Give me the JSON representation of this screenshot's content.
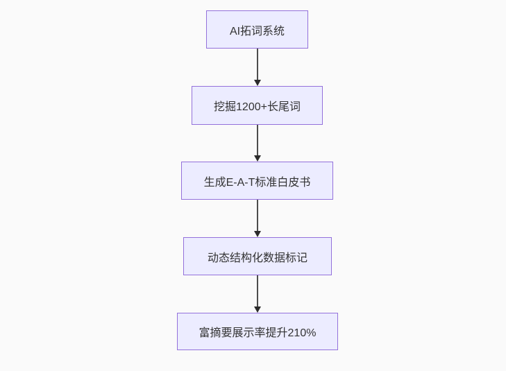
{
  "diagram": {
    "type": "flowchart",
    "direction": "top-down",
    "nodes": [
      {
        "id": "n1",
        "label": "AI拓词系统"
      },
      {
        "id": "n2",
        "label": "挖掘1200+长尾词"
      },
      {
        "id": "n3",
        "label": "生成E-A-T标准白皮书"
      },
      {
        "id": "n4",
        "label": "动态结构化数据标记"
      },
      {
        "id": "n5",
        "label": "富摘要展示率提升210%"
      }
    ],
    "edges": [
      {
        "from": "n1",
        "to": "n2"
      },
      {
        "from": "n2",
        "to": "n3"
      },
      {
        "from": "n3",
        "to": "n4"
      },
      {
        "from": "n4",
        "to": "n5"
      }
    ],
    "colors": {
      "node_fill": "#ECECFF",
      "node_border": "#9370DB",
      "edge": "#4d4d4d",
      "arrowhead": "#2b2b2b",
      "text": "#333333",
      "background": "#fafafa"
    }
  }
}
